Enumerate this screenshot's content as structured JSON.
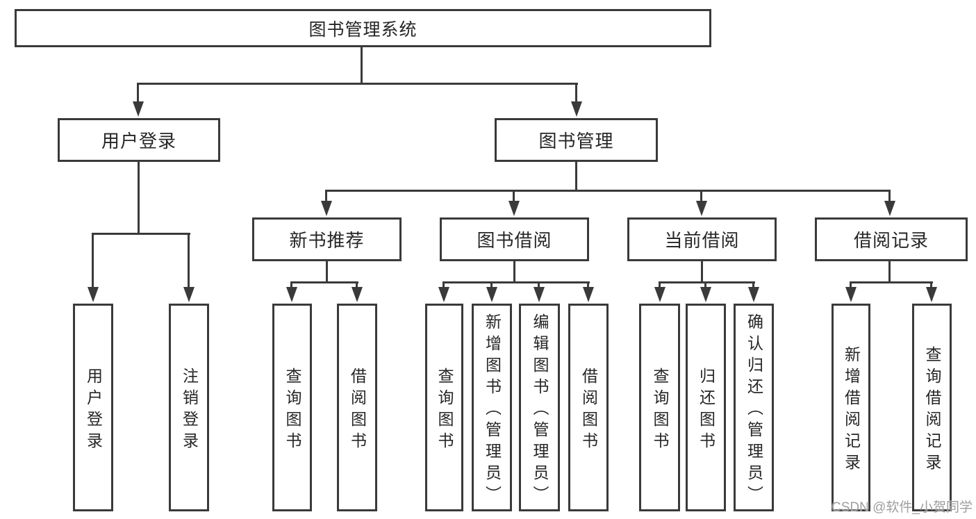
{
  "watermark": "CSDN @软件_小贺同学",
  "colors": {
    "line": "#3a3a3a",
    "text": "#262626",
    "watermark": "#9e9e9e",
    "background": "#ffffff"
  },
  "tree": {
    "label": "图书管理系统",
    "children": [
      {
        "label": "用户登录",
        "children": [
          {
            "label": "用户登录"
          },
          {
            "label": "注销登录"
          }
        ]
      },
      {
        "label": "图书管理",
        "children": [
          {
            "label": "新书推荐",
            "children": [
              {
                "label": "查询图书"
              },
              {
                "label": "借阅图书"
              }
            ]
          },
          {
            "label": "图书借阅",
            "children": [
              {
                "label": "查询图书"
              },
              {
                "label": "新增图书（管理员）"
              },
              {
                "label": "编辑图书（管理员）"
              },
              {
                "label": "借阅图书"
              }
            ]
          },
          {
            "label": "当前借阅",
            "children": [
              {
                "label": "查询图书"
              },
              {
                "label": "归还图书"
              },
              {
                "label": "确认归还（管理员）"
              }
            ]
          },
          {
            "label": "借阅记录",
            "children": [
              {
                "label": "新增借阅记录"
              },
              {
                "label": "查询借阅记录"
              }
            ]
          }
        ]
      }
    ]
  }
}
